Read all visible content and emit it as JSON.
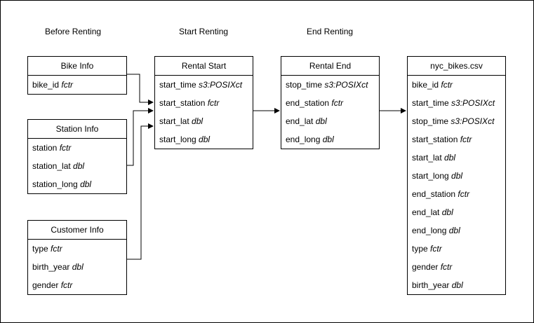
{
  "stages": {
    "before": "Before Renting",
    "start": "Start Renting",
    "end": "End Renting"
  },
  "entities": {
    "bike_info": {
      "title": "Bike Info",
      "fields": [
        {
          "name": "bike_id",
          "type": "fctr"
        }
      ]
    },
    "station_info": {
      "title": "Station Info",
      "fields": [
        {
          "name": "station",
          "type": "fctr"
        },
        {
          "name": "station_lat",
          "type": "dbl"
        },
        {
          "name": "station_long",
          "type": "dbl"
        }
      ]
    },
    "customer_info": {
      "title": "Customer Info",
      "fields": [
        {
          "name": "type",
          "type": "fctr"
        },
        {
          "name": "birth_year",
          "type": "dbl"
        },
        {
          "name": "gender",
          "type": "fctr"
        }
      ]
    },
    "rental_start": {
      "title": "Rental Start",
      "fields": [
        {
          "name": "start_time",
          "type": "s3:POSIXct"
        },
        {
          "name": "start_station",
          "type": "fctr"
        },
        {
          "name": "start_lat",
          "type": "dbl"
        },
        {
          "name": "start_long",
          "type": "dbl"
        }
      ]
    },
    "rental_end": {
      "title": "Rental End",
      "fields": [
        {
          "name": "stop_time",
          "type": "s3:POSIXct"
        },
        {
          "name": "end_station",
          "type": "fctr"
        },
        {
          "name": "end_lat",
          "type": "dbl"
        },
        {
          "name": "end_long",
          "type": "dbl"
        }
      ]
    },
    "nyc_bikes": {
      "title": "nyc_bikes.csv",
      "fields": [
        {
          "name": "bike_id",
          "type": "fctr"
        },
        {
          "name": "start_time",
          "type": "s3:POSIXct"
        },
        {
          "name": "stop_time",
          "type": "s3:POSIXct"
        },
        {
          "name": "start_station",
          "type": "fctr"
        },
        {
          "name": "start_lat",
          "type": "dbl"
        },
        {
          "name": "start_long",
          "type": "dbl"
        },
        {
          "name": "end_station",
          "type": "fctr"
        },
        {
          "name": "end_lat",
          "type": "dbl"
        },
        {
          "name": "end_long",
          "type": "dbl"
        },
        {
          "name": "type",
          "type": "fctr"
        },
        {
          "name": "gender",
          "type": "fctr"
        },
        {
          "name": "birth_year",
          "type": "dbl"
        }
      ]
    }
  }
}
